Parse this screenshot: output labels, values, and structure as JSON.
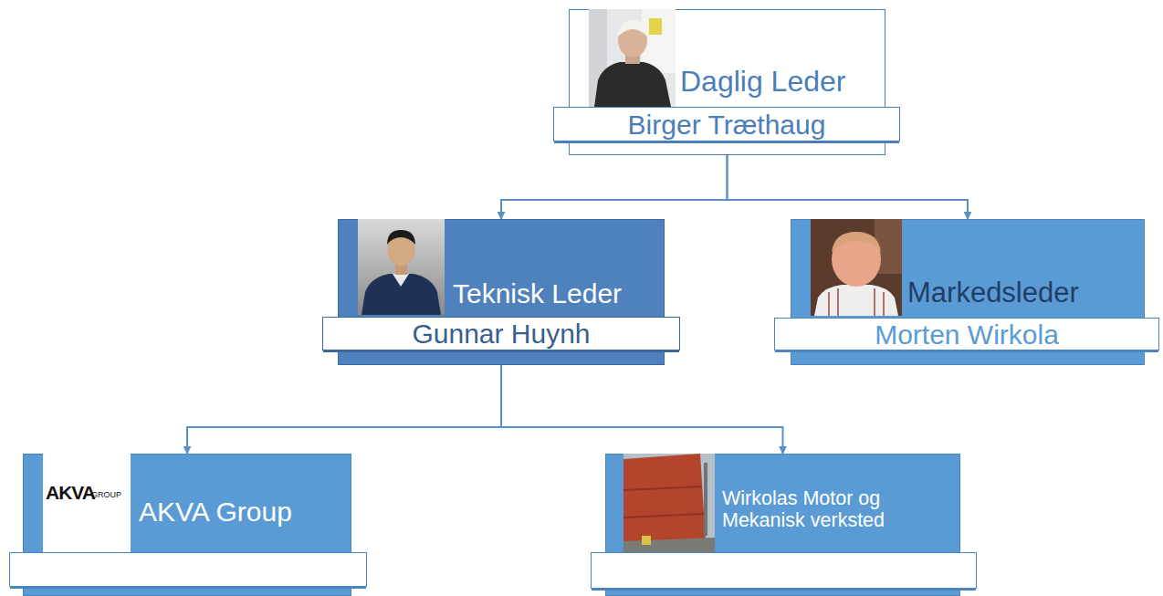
{
  "diagram": {
    "nodes": [
      {
        "text": [
          "Daglig Leder",
          "Birger Træthaug"
        ]
      },
      {
        "text": [
          "Teknisk Leder",
          "Gunnar Huynh"
        ]
      },
      {
        "text": [
          "Markedsleder",
          "Morten Wirkola"
        ]
      },
      {
        "text": [
          "AKVA Group"
        ]
      },
      {
        "text": [
          "Wirkolas Motor og Mekanisk verksted"
        ]
      }
    ],
    "edges": [
      {
        "from": 0,
        "to": 1,
        "arrow": "to"
      },
      {
        "from": 0,
        "to": 2,
        "arrow": "to"
      },
      {
        "from": 1,
        "to": 3,
        "arrow": "to"
      },
      {
        "from": 1,
        "to": 4,
        "arrow": "to"
      }
    ],
    "labels": [
      "AKVA",
      "GROUP"
    ]
  }
}
